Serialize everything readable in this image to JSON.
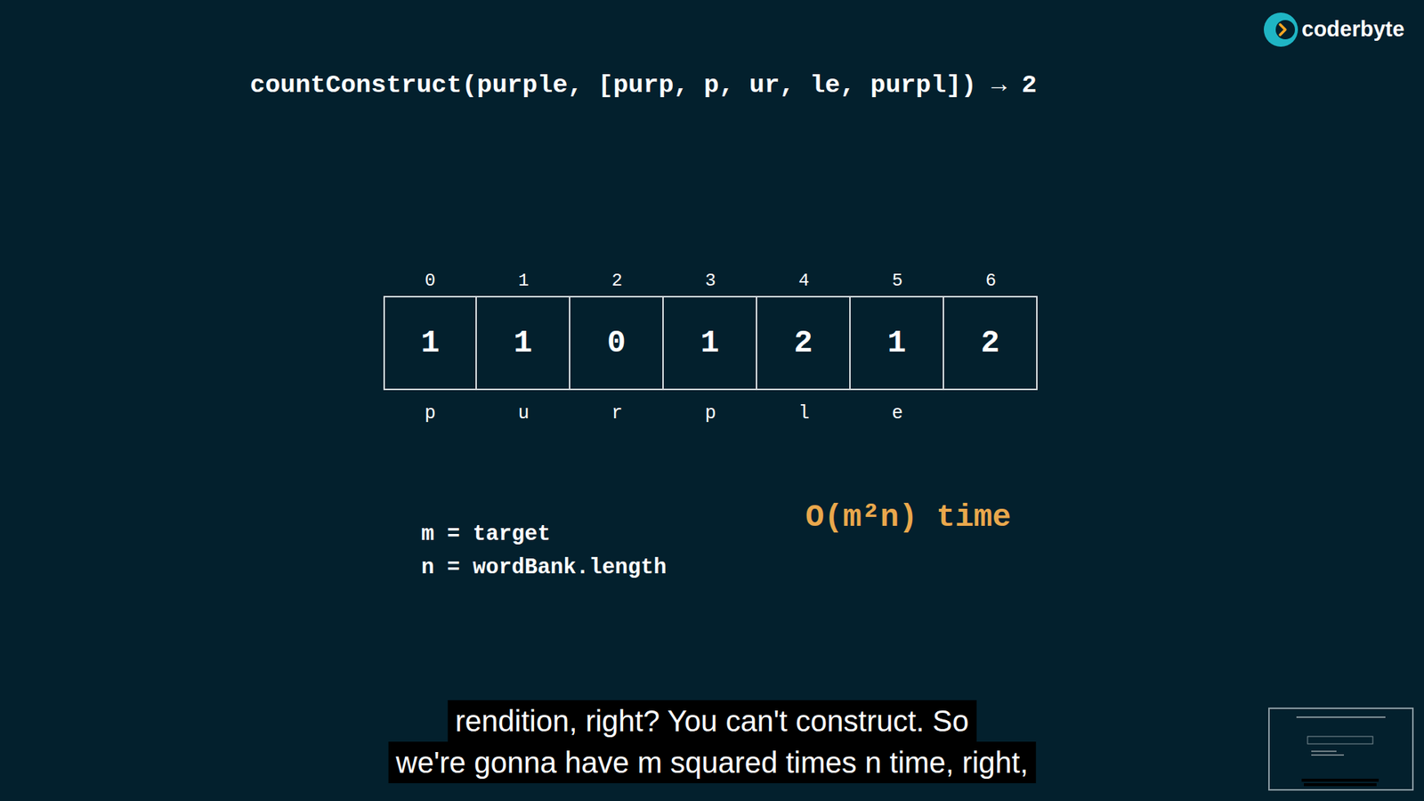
{
  "diagram": {
    "title": "countConstruct(purple, [purp, p, ur, le, purpl]) → 2",
    "nodes": [
      {
        "text": [
          "1"
        ]
      },
      {
        "text": [
          "1"
        ]
      },
      {
        "text": [
          "0"
        ]
      },
      {
        "text": [
          "1"
        ]
      },
      {
        "text": [
          "2"
        ]
      },
      {
        "text": [
          "1"
        ]
      },
      {
        "text": [
          "2"
        ]
      }
    ],
    "edges": [],
    "labels": [
      "0",
      "1",
      "2",
      "3",
      "4",
      "5",
      "6",
      "p",
      "u",
      "r",
      "p",
      "l",
      "e",
      "m = target",
      "n = wordBank.length",
      "O(m²n) time",
      "coderbyte",
      "rendition, right? You can't construct. So",
      "we're gonna have m squared times n time, right,"
    ]
  }
}
